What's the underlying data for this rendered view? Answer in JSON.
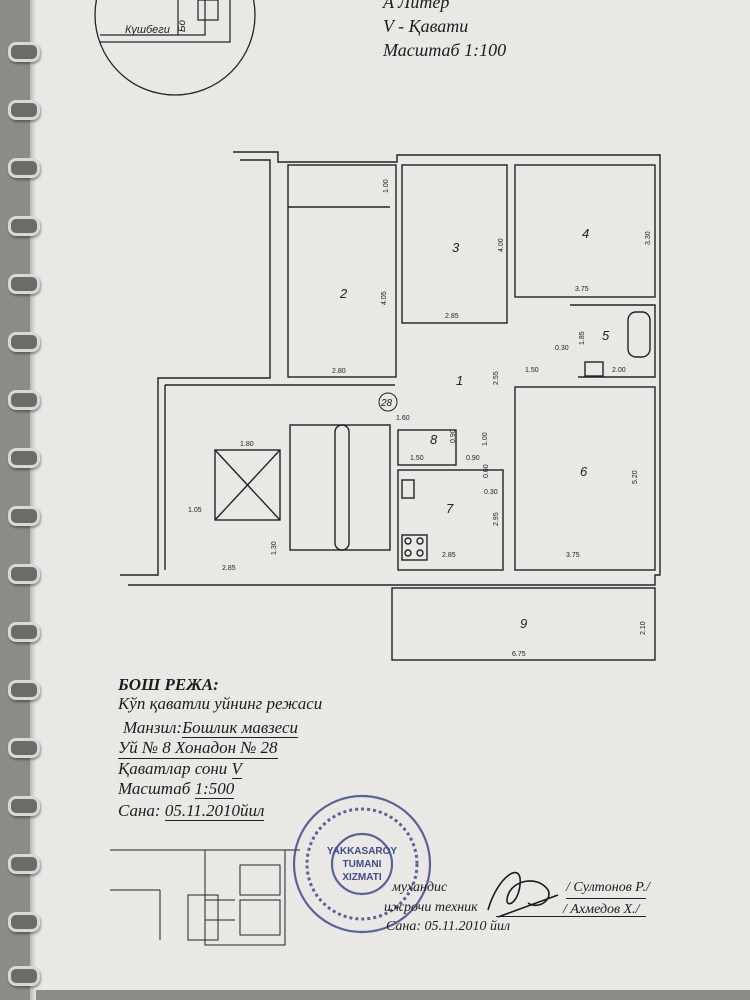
{
  "header": {
    "liter_line": "A  Литер",
    "floor_line": "V - Қавати",
    "scale_line": "Масштаб 1:100"
  },
  "location_map": {
    "street_name": "Кушбеги",
    "partial_label": "Бо"
  },
  "plan": {
    "apartment_number": "28",
    "rooms": [
      {
        "number": "1"
      },
      {
        "number": "2"
      },
      {
        "number": "3"
      },
      {
        "number": "4"
      },
      {
        "number": "5"
      },
      {
        "number": "6"
      },
      {
        "number": "7"
      },
      {
        "number": "8"
      },
      {
        "number": "9"
      }
    ],
    "dimensions": [
      "1.00",
      "4.05",
      "2.80",
      "2.85",
      "4.00",
      "3.30",
      "3.75",
      "1.85",
      "0.30",
      "1.50",
      "2.00",
      "2.55",
      "1.60",
      "1.80",
      "0.90",
      "0.90",
      "1.00",
      "1.50",
      "0.60",
      "0.30",
      "5.20",
      "1.05",
      "1.30",
      "2.85",
      "2.95",
      "2.85",
      "3.75",
      "2.10",
      "6.75"
    ]
  },
  "info": {
    "title": "БОШ РЕЖА:",
    "subtitle": "Кўп қаватли уйнинг режаси",
    "address_label": "Манзил:",
    "address_value": "Бошлик мавзеси",
    "house_line": "Уй № 8  Хонадон № 28",
    "floors_label": "Қаватлар сони",
    "floors_value": "V",
    "scale_label": "Масштаб",
    "scale_value": "1:500",
    "date_label": "Сана:",
    "date_value": "05.11.2010йил"
  },
  "stamp": {
    "center_line1": "YAKKASAROY",
    "center_line2": "TUMANI",
    "center_line3": "XIZMATI"
  },
  "signatures": {
    "engineer_label": "мухандис",
    "engineer_name": "/ Султонов Р./",
    "technician_label": "ижрочи техник",
    "technician_name": "/ Ахмедов Х./",
    "date_line": "Сана: 05.11.2010 йил"
  }
}
